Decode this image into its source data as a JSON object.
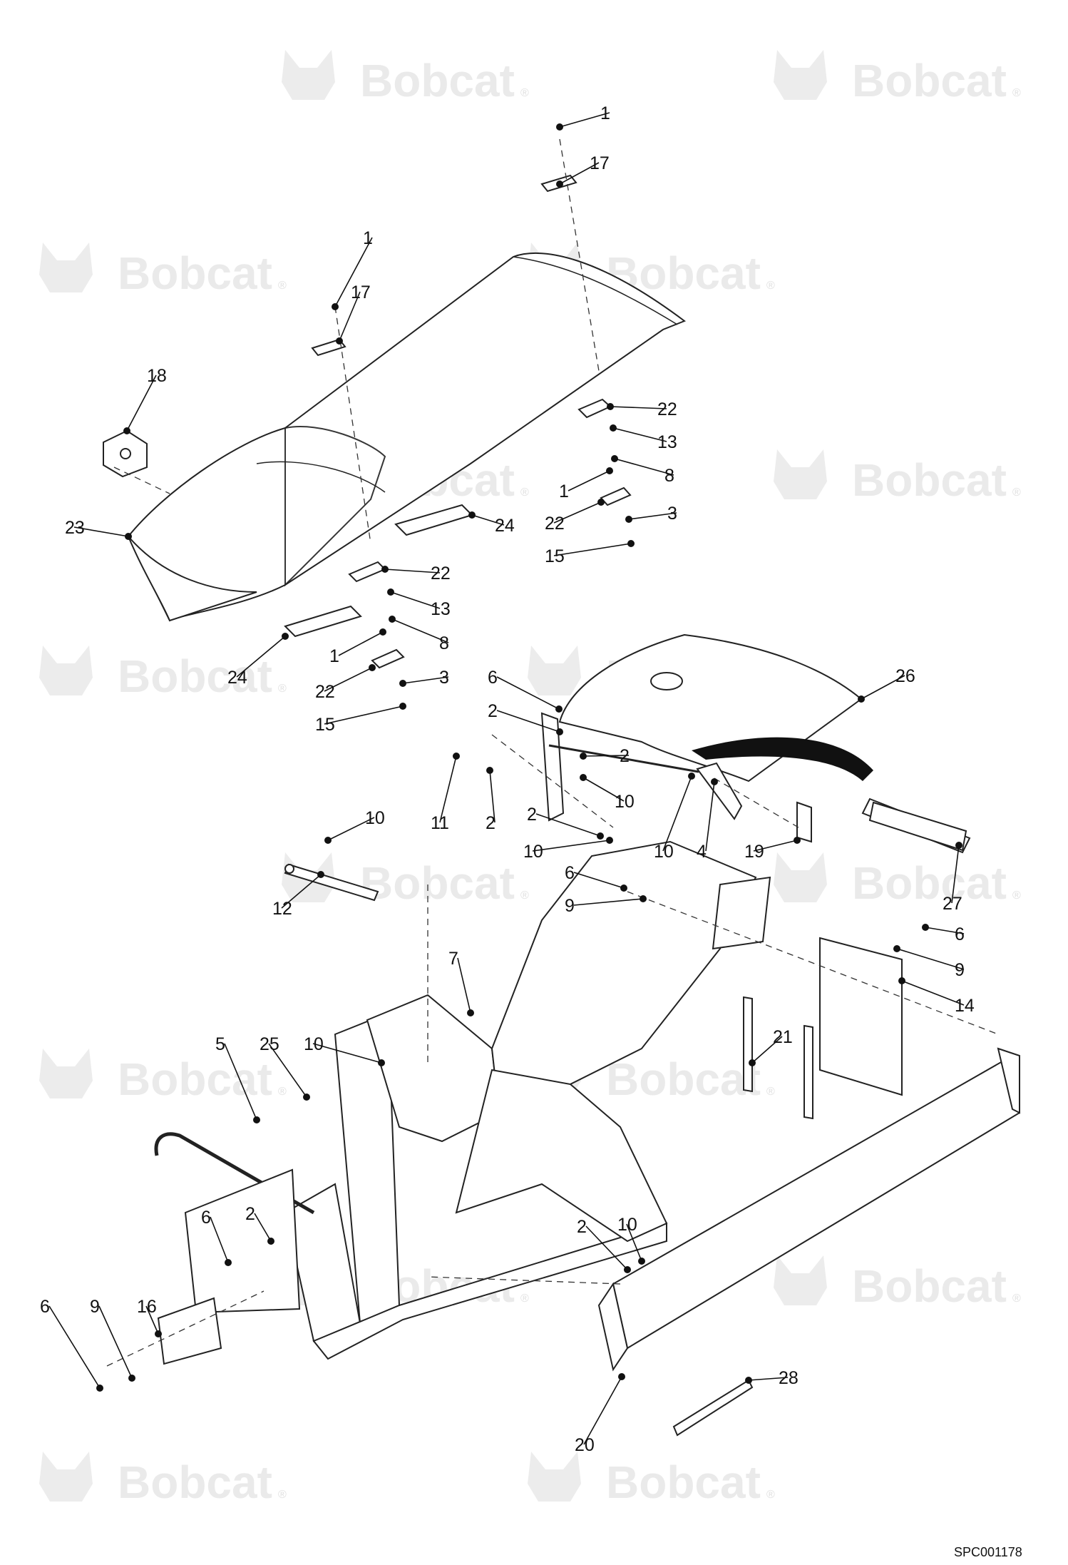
{
  "brand": {
    "watermark_text": "Bobcat",
    "mark": "®",
    "watermark_color": "#eaeaea"
  },
  "document_id": "SPC001178",
  "callouts": [
    {
      "id": "c1a",
      "label": "1"
    },
    {
      "id": "c17a",
      "label": "17"
    },
    {
      "id": "c1b",
      "label": "1"
    },
    {
      "id": "c17b",
      "label": "17"
    },
    {
      "id": "c18",
      "label": "18"
    },
    {
      "id": "c23",
      "label": "23"
    },
    {
      "id": "c22a",
      "label": "22"
    },
    {
      "id": "c13a",
      "label": "13"
    },
    {
      "id": "c8a",
      "label": "8"
    },
    {
      "id": "c1c",
      "label": "1"
    },
    {
      "id": "c22b",
      "label": "22"
    },
    {
      "id": "c3a",
      "label": "3"
    },
    {
      "id": "c15a",
      "label": "15"
    },
    {
      "id": "c24a",
      "label": "24"
    },
    {
      "id": "c22c",
      "label": "22"
    },
    {
      "id": "c13b",
      "label": "13"
    },
    {
      "id": "c8b",
      "label": "8"
    },
    {
      "id": "c1d",
      "label": "1"
    },
    {
      "id": "c24b",
      "label": "24"
    },
    {
      "id": "c22d",
      "label": "22"
    },
    {
      "id": "c3b",
      "label": "3"
    },
    {
      "id": "c15b",
      "label": "15"
    },
    {
      "id": "c6a",
      "label": "6"
    },
    {
      "id": "c26",
      "label": "26"
    },
    {
      "id": "c2a",
      "label": "2"
    },
    {
      "id": "c2b",
      "label": "2"
    },
    {
      "id": "c10a",
      "label": "10"
    },
    {
      "id": "c11",
      "label": "11"
    },
    {
      "id": "c2c",
      "label": "2"
    },
    {
      "id": "c10b",
      "label": "10"
    },
    {
      "id": "c4",
      "label": "4"
    },
    {
      "id": "c19",
      "label": "19"
    },
    {
      "id": "c27",
      "label": "27"
    },
    {
      "id": "c2d",
      "label": "2"
    },
    {
      "id": "c10c",
      "label": "10"
    },
    {
      "id": "c10d",
      "label": "10"
    },
    {
      "id": "c12",
      "label": "12"
    },
    {
      "id": "c6b",
      "label": "6"
    },
    {
      "id": "c9a",
      "label": "9"
    },
    {
      "id": "c6c",
      "label": "6"
    },
    {
      "id": "c9b",
      "label": "9"
    },
    {
      "id": "c14",
      "label": "14"
    },
    {
      "id": "c7",
      "label": "7"
    },
    {
      "id": "c5",
      "label": "5"
    },
    {
      "id": "c25",
      "label": "25"
    },
    {
      "id": "c10e",
      "label": "10"
    },
    {
      "id": "c21",
      "label": "21"
    },
    {
      "id": "c6d",
      "label": "6"
    },
    {
      "id": "c2e",
      "label": "2"
    },
    {
      "id": "c2f",
      "label": "2"
    },
    {
      "id": "c10f",
      "label": "10"
    },
    {
      "id": "c6e",
      "label": "6"
    },
    {
      "id": "c9c",
      "label": "9"
    },
    {
      "id": "c16",
      "label": "16"
    },
    {
      "id": "c28",
      "label": "28"
    },
    {
      "id": "c20",
      "label": "20"
    }
  ]
}
